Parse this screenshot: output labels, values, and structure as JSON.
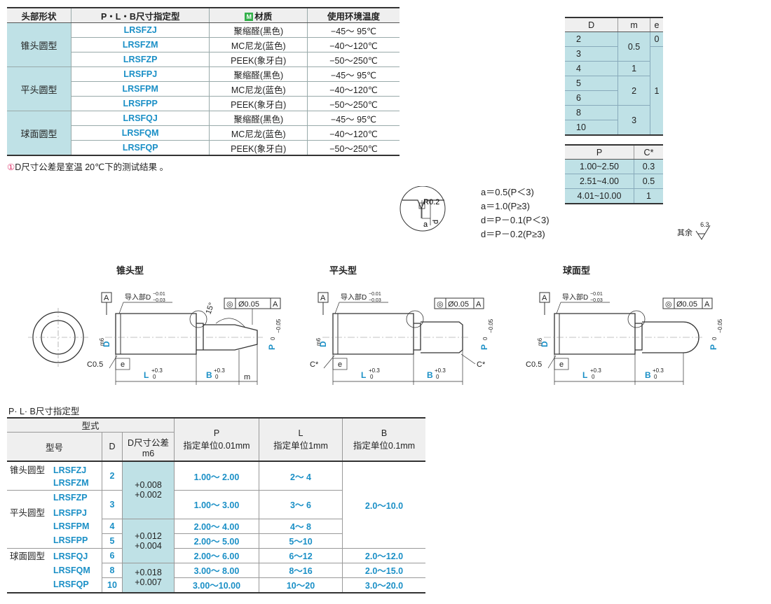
{
  "spec_table": {
    "headers": [
      "头部形状",
      "P・L・B尺寸指定型",
      "材质",
      "使用环境温度"
    ],
    "material_badge": "M",
    "groups": [
      {
        "shape": "锥头圆型",
        "rows": [
          {
            "code": "LRSFZJ",
            "material": "聚缩醛(黑色)",
            "temp": "−45～ 95℃"
          },
          {
            "code": "LRSFZM",
            "material": "MC尼龙(蓝色)",
            "temp": "−40～120℃"
          },
          {
            "code": "LRSFZP",
            "material": "PEEK(象牙白)",
            "temp": "−50～250℃"
          }
        ]
      },
      {
        "shape": "平头圆型",
        "rows": [
          {
            "code": "LRSFPJ",
            "material": "聚缩醛(黑色)",
            "temp": "−45～ 95℃"
          },
          {
            "code": "LRSFPM",
            "material": "MC尼龙(蓝色)",
            "temp": "−40～120℃"
          },
          {
            "code": "LRSFPP",
            "material": "PEEK(象牙白)",
            "temp": "−50～250℃"
          }
        ]
      },
      {
        "shape": "球面圆型",
        "rows": [
          {
            "code": "LRSFQJ",
            "material": "聚缩醛(黑色)",
            "temp": "−45～ 95℃"
          },
          {
            "code": "LRSFQM",
            "material": "MC尼龙(蓝色)",
            "temp": "−40～120℃"
          },
          {
            "code": "LRSFQP",
            "material": "PEEK(象牙白)",
            "temp": "−50～250℃"
          }
        ]
      }
    ],
    "note_mark": "①",
    "note": "D尺寸公差是室温 20℃下的测试结果 。"
  },
  "dme_table": {
    "headers": [
      "D",
      "m",
      "e"
    ],
    "d": [
      "2",
      "3",
      "4",
      "5",
      "6",
      "8",
      "10"
    ],
    "m": [
      "0.5",
      "1",
      "2",
      "3"
    ],
    "e": [
      "0",
      "1"
    ]
  },
  "pc_table": {
    "headers": [
      "P",
      "C*"
    ],
    "rows": [
      [
        "1.00~2.50",
        "0.3"
      ],
      [
        "2.51~4.00",
        "0.5"
      ],
      [
        "4.01~10.00",
        "1"
      ]
    ]
  },
  "groove": {
    "r_label": "R0.2",
    "a_label": "a",
    "d_label": "d",
    "formulas": [
      "a＝0.5(P＜3)",
      "a＝1.0(P≥3)",
      "d＝P－0.1(P＜3)",
      "d＝P－0.2(P≥3)"
    ],
    "rest_label": "其余",
    "roughness": "6.3"
  },
  "drawings": {
    "titles": [
      "锥头型",
      "平头型",
      "球面型"
    ],
    "datum": "A",
    "lead_in": "导入部D",
    "lead_tol_upper": "−0.01",
    "lead_tol_lower": "−0.03",
    "concentricity": "Ø0.05",
    "concentric_symbol": "◎",
    "d_label": "D",
    "d_sub": "m6",
    "p_label": "P",
    "p_tol": "0\n−0.05",
    "p_tol_upper": "0",
    "p_tol_lower": "−0.05",
    "l_label": "L",
    "b_label": "B",
    "tol_upper": "+0.3",
    "tol_lower": "0",
    "m_label": "m",
    "e_label": "e",
    "c05": "C0.5",
    "cstar": "C*",
    "angle": "15°"
  },
  "bottom_title": "P· L· B尺寸指定型",
  "bottom_table": {
    "group_header": "型式",
    "col_model": "型号",
    "col_d": "D",
    "col_tol": "D尺寸公差\nm6",
    "col_tol_1": "D尺寸公差",
    "col_tol_2": "m6",
    "col_p_1": "P",
    "col_p_2": "指定单位0.01mm",
    "col_l_1": "L",
    "col_l_2": "指定单位1mm",
    "col_b_1": "B",
    "col_b_2": "指定单位0.1mm",
    "prefixes": {
      "cone": "锥头圆型",
      "flat": "平头圆型",
      "ball": "球面圆型"
    },
    "codes": [
      "LRSFZJ",
      "LRSFZM",
      "LRSFZP",
      "LRSFPJ",
      "LRSFPM",
      "LRSFPP",
      "LRSFQJ",
      "LRSFQM",
      "LRSFQP"
    ],
    "d_values": [
      "2",
      "3",
      "4",
      "5",
      "6",
      "8",
      "10"
    ],
    "tol_values": [
      [
        "+0.008",
        "+0.002"
      ],
      [
        "+0.012",
        "+0.004"
      ],
      [
        "+0.018",
        "+0.007"
      ]
    ],
    "p_values": [
      "1.00～ 2.00",
      "1.00～ 3.00",
      "2.00～ 4.00",
      "2.00～ 5.00",
      "2.00～ 6.00",
      "3.00～ 8.00",
      "3.00～10.00"
    ],
    "l_values": [
      "2～ 4",
      "3～ 6",
      "4～ 8",
      "5～10",
      "6～12",
      "8～16",
      "10～20"
    ],
    "b_values": [
      "2.0～10.0",
      "2.0～12.0",
      "2.0～15.0",
      "3.0～20.0"
    ]
  }
}
